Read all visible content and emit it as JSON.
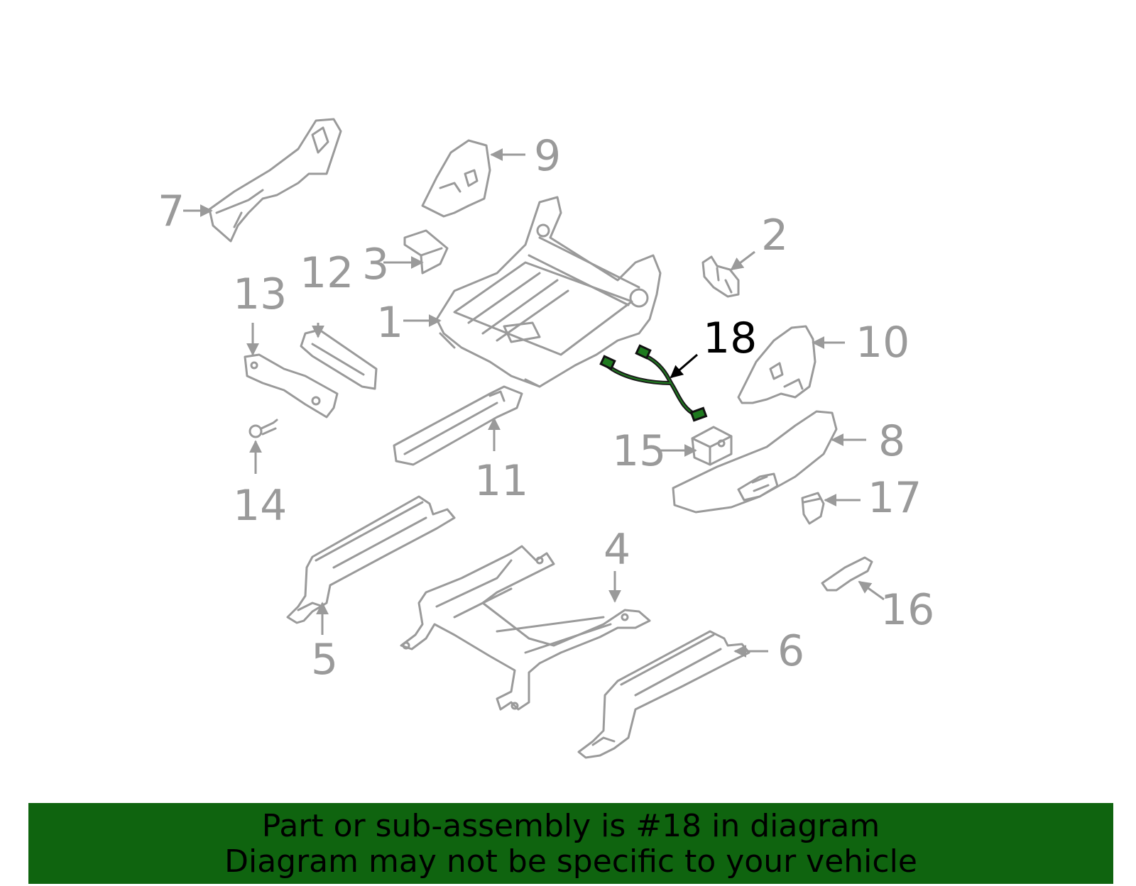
{
  "highlighted_part": "18",
  "callouts": [
    "1",
    "2",
    "3",
    "4",
    "5",
    "6",
    "7",
    "8",
    "9",
    "10",
    "11",
    "12",
    "13",
    "14",
    "15",
    "16",
    "17",
    "18"
  ],
  "colors": {
    "line_art": "#9a9a9a",
    "highlight": "#000000",
    "harness_connector": "#1f7a1f",
    "banner_background": "#0f640f",
    "banner_text": "#000000",
    "background": "#ffffff"
  },
  "banner": {
    "line1": "Part or sub-assembly is #18 in diagram",
    "line2": "Diagram may not be specific to your vehicle"
  }
}
